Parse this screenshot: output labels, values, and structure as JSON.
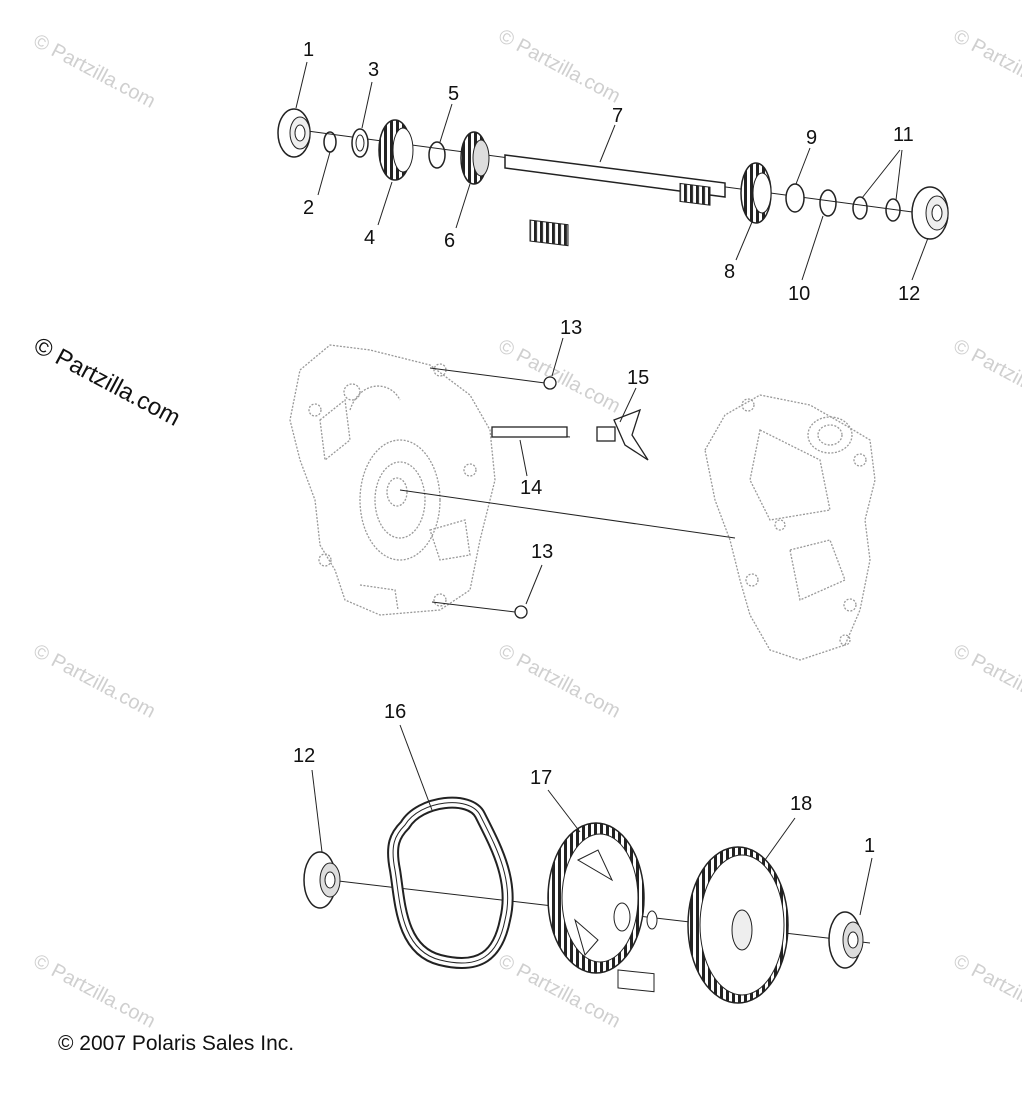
{
  "watermark": {
    "text": "© Partzilla.com"
  },
  "copyright": "© 2007 Polaris Sales Inc.",
  "callouts": {
    "c1a": "1",
    "c2": "2",
    "c3": "3",
    "c4": "4",
    "c5": "5",
    "c6": "6",
    "c7": "7",
    "c8": "8",
    "c9": "9",
    "c10": "10",
    "c11": "11",
    "c12a": "12",
    "c13a": "13",
    "c13b": "13",
    "c14": "14",
    "c15": "15",
    "c12b": "12",
    "c16": "16",
    "c17": "17",
    "c18": "18",
    "c1b": "1"
  }
}
